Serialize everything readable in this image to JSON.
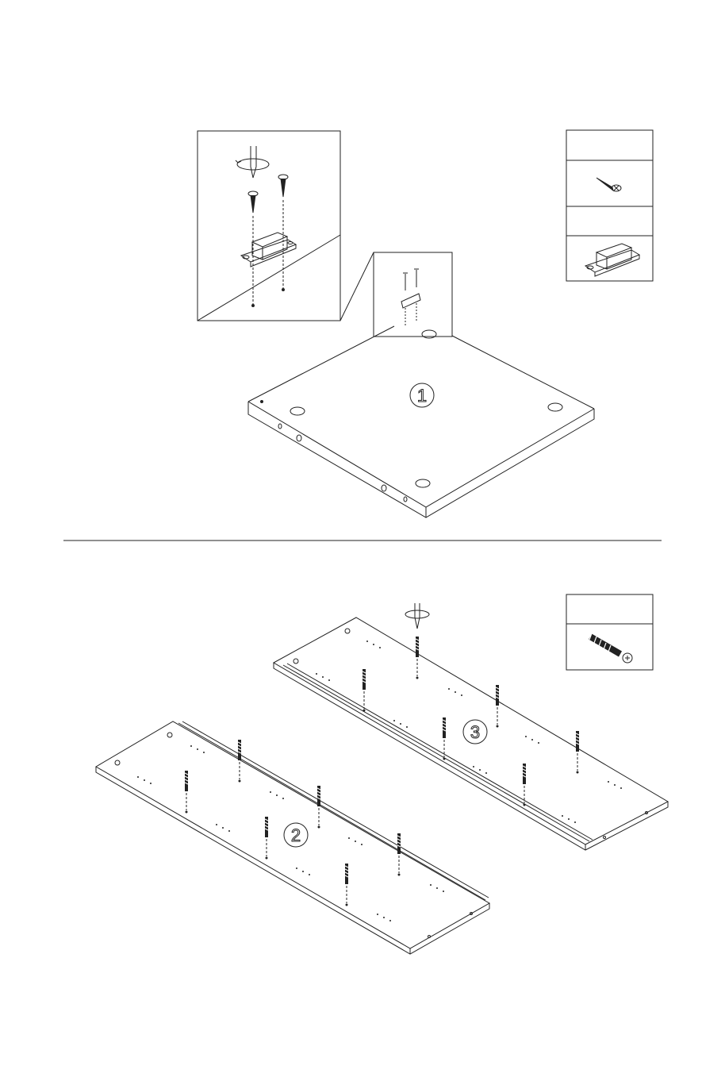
{
  "step1": {
    "part_label": "1",
    "hardware": [
      {
        "icon": "wood-screw-icon",
        "count_label": ""
      },
      {
        "icon": "magnetic-catch-icon",
        "count_label": ""
      }
    ]
  },
  "step2": {
    "part_labels": [
      "2",
      "3"
    ],
    "hardware": [
      {
        "icon": "cam-bolt-icon",
        "count_label": ""
      }
    ]
  },
  "colors": {
    "line": "#222222",
    "background": "#ffffff"
  }
}
